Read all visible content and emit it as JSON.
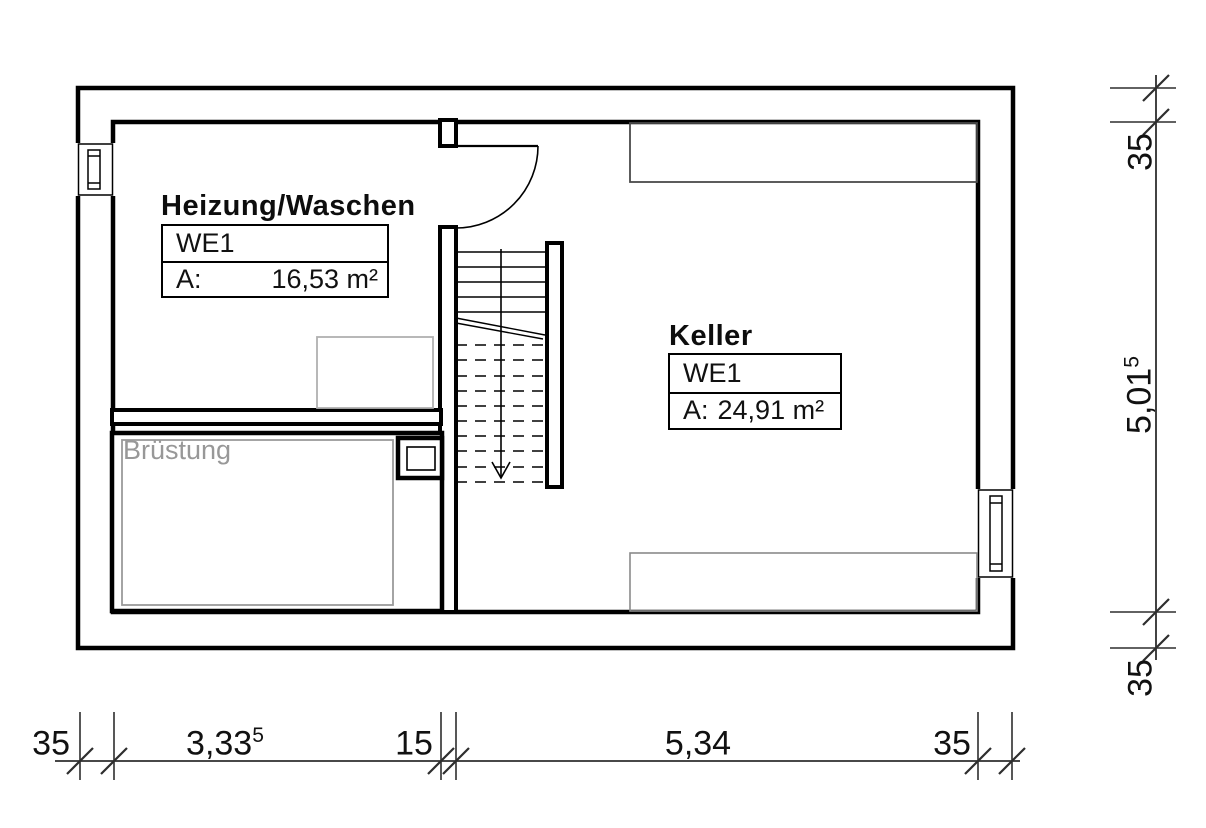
{
  "plan": {
    "rooms": [
      {
        "title": "Heizung/Waschen",
        "unit": "WE1",
        "area_label": "A:",
        "area_value": "16,53 m²"
      },
      {
        "title": "Keller",
        "unit": "WE1",
        "area_label": "A:",
        "area_value": "24,91 m²"
      }
    ],
    "parapet_label": "Brüstung",
    "dimensions": {
      "bottom": [
        {
          "value": "35",
          "half": ""
        },
        {
          "value": "3,33",
          "half": "5"
        },
        {
          "value": "15",
          "half": ""
        },
        {
          "value": "5,34",
          "half": ""
        },
        {
          "value": "35",
          "half": ""
        }
      ],
      "right": [
        {
          "value": "35",
          "half": ""
        },
        {
          "value": "5,01",
          "half": "5"
        },
        {
          "value": "35",
          "half": ""
        }
      ]
    },
    "colors": {
      "wall": "#000000",
      "dimension_line": "#2e2e2e",
      "parapet_gray": "#9a9a9a",
      "background": "#ffffff"
    }
  }
}
